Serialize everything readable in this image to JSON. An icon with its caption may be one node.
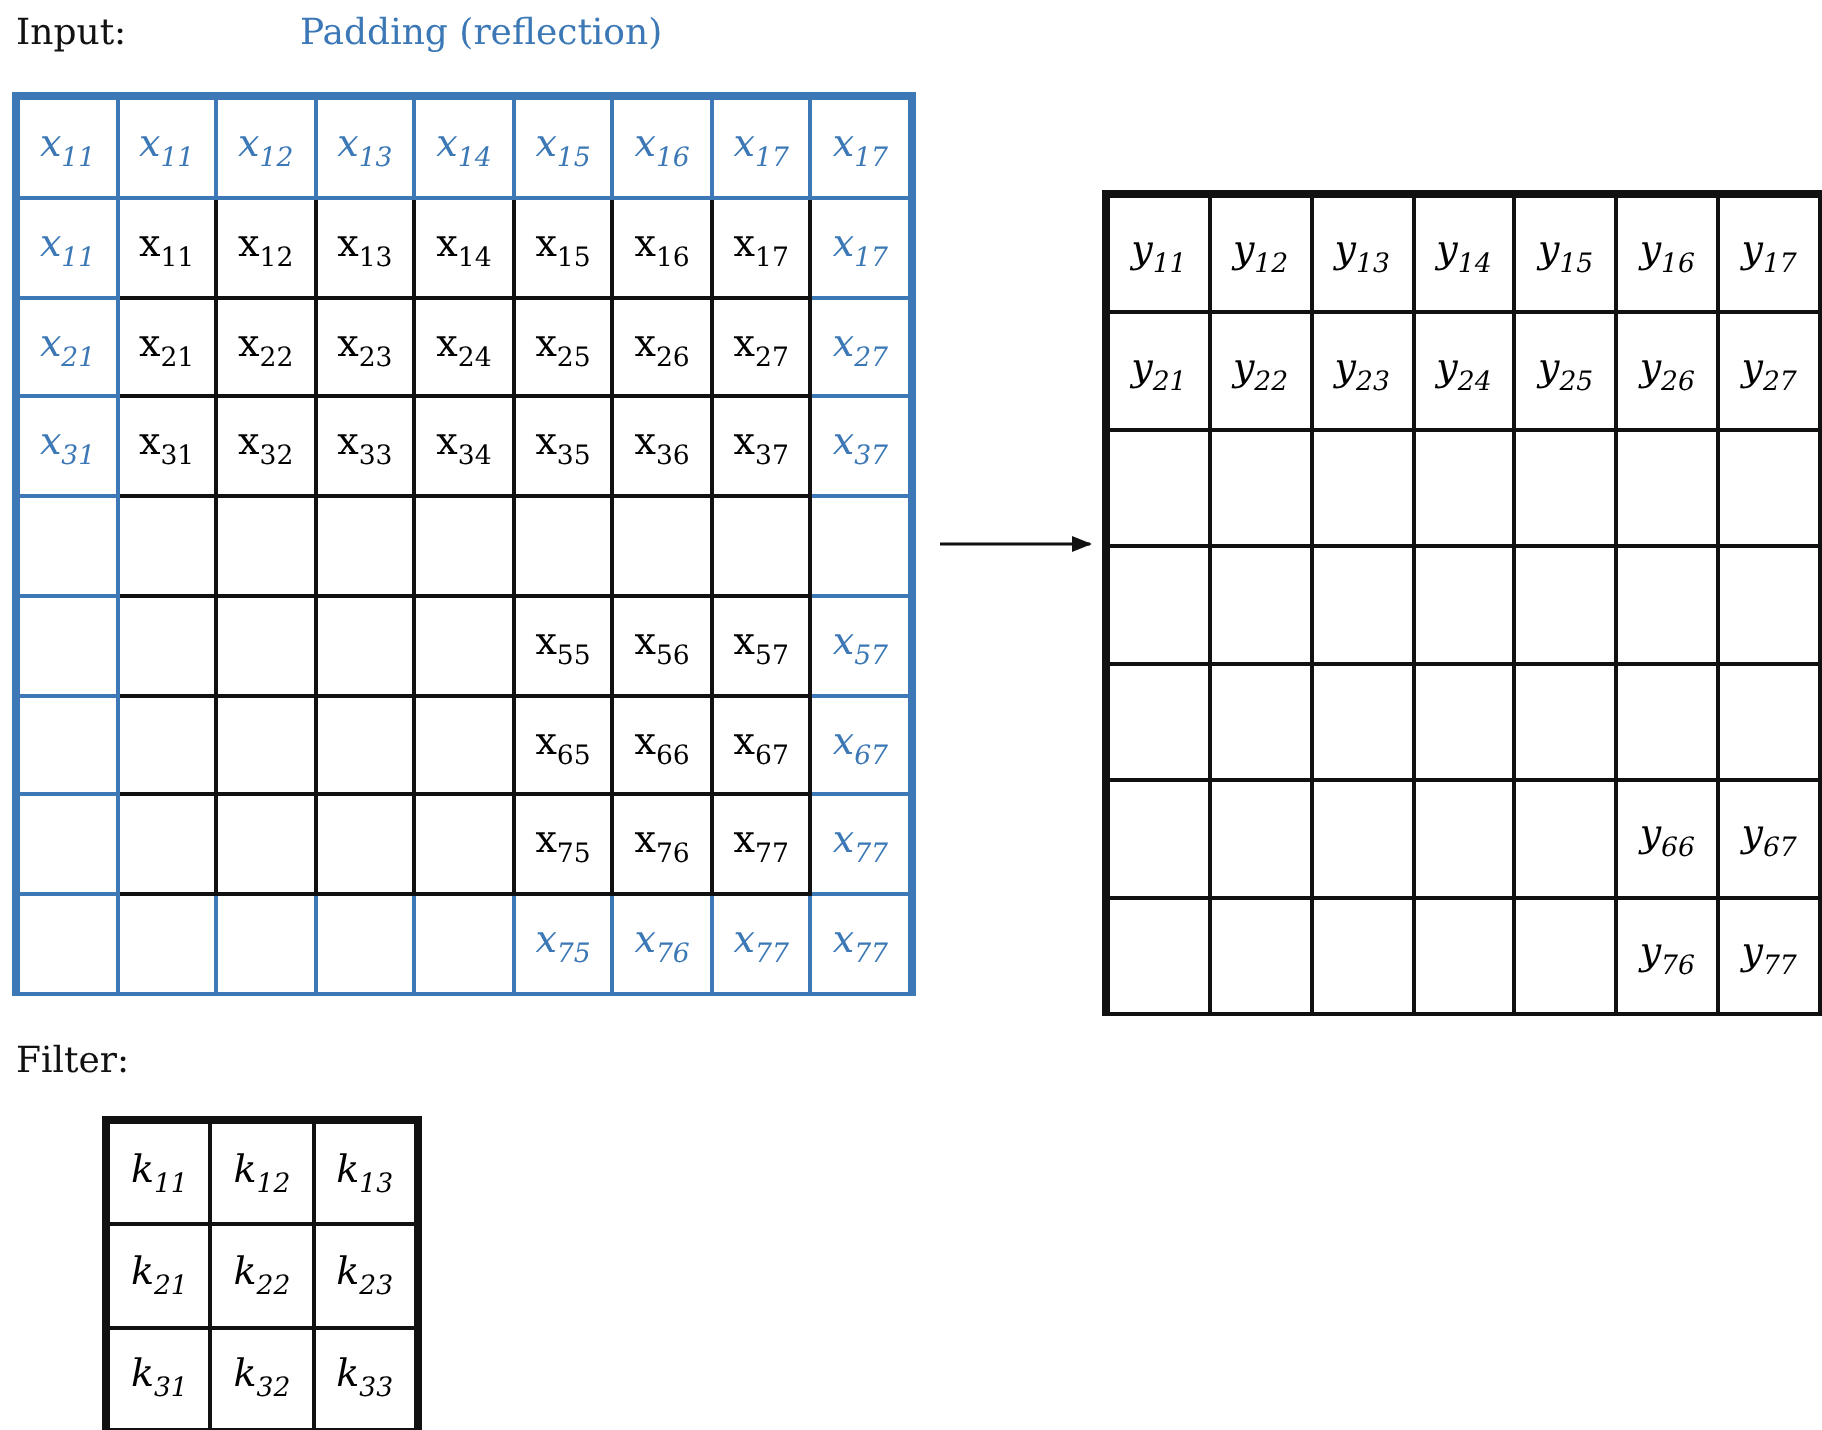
{
  "diagram": {
    "nodes": [
      {
        "text": [],
        "shape": "box"
      },
      {
        "text": [],
        "shape": "box"
      },
      {
        "text": [],
        "shape": "box"
      }
    ],
    "edges": [
      {
        "from": 0,
        "to": 1,
        "arrow": "to"
      }
    ],
    "labels": [
      "Input:",
      "Padding (reflection)",
      "x$_{11}$",
      "x$_{11}$",
      "x$_{12}$",
      "x$_{13}$",
      "x$_{14}$",
      "x$_{15}$",
      "x$_{16}$",
      "x$_{17}$",
      "x$_{17}$",
      "x$_{11}$",
      "x$_{11}$",
      "x$_{12}$",
      "x$_{13}$",
      "x$_{14}$",
      "x$_{15}$",
      "x$_{16}$",
      "x$_{17}$",
      "x$_{17}$",
      "x$_{21}$",
      "x$_{21}$",
      "x$_{22}$",
      "x$_{23}$",
      "x$_{24}$",
      "x$_{25}$",
      "x$_{26}$",
      "x$_{27}$",
      "x$_{27}$",
      "x$_{31}$",
      "x$_{31}$",
      "x$_{32}$",
      "x$_{33}$",
      "x$_{34}$",
      "x$_{35}$",
      "x$_{36}$",
      "x$_{37}$",
      "x$_{37}$",
      "x$_{55}$",
      "x$_{56}$",
      "x$_{57}$",
      "x$_{57}$",
      "x$_{65}$",
      "x$_{66}$",
      "x$_{67}$",
      "x$_{67}$",
      "x$_{75}$",
      "x$_{76}$",
      "x$_{77}$",
      "x$_{77}$",
      "x$_{75}$",
      "x$_{76}$",
      "x$_{77}$",
      "x$_{77}$",
      "y$_{11}$",
      "y$_{12}$",
      "y$_{13}$",
      "y$_{14}$",
      "y$_{15}$",
      "y$_{16}$",
      "y$_{17}$",
      "y$_{21}$",
      "y$_{22}$",
      "y$_{23}$",
      "y$_{24}$",
      "y$_{25}$",
      "y$_{26}$",
      "y$_{27}$",
      "y$_{66}$",
      "y$_{67}$",
      "y$_{76}$",
      "y$_{77}$",
      "Filter:",
      "k$_{11}$",
      "k$_{12}$",
      "k$_{13}$",
      "k$_{21}$",
      "k$_{22}$",
      "k$_{23}$",
      "k$_{31}$",
      "k$_{32}$",
      "k$_{33}$"
    ]
  }
}
